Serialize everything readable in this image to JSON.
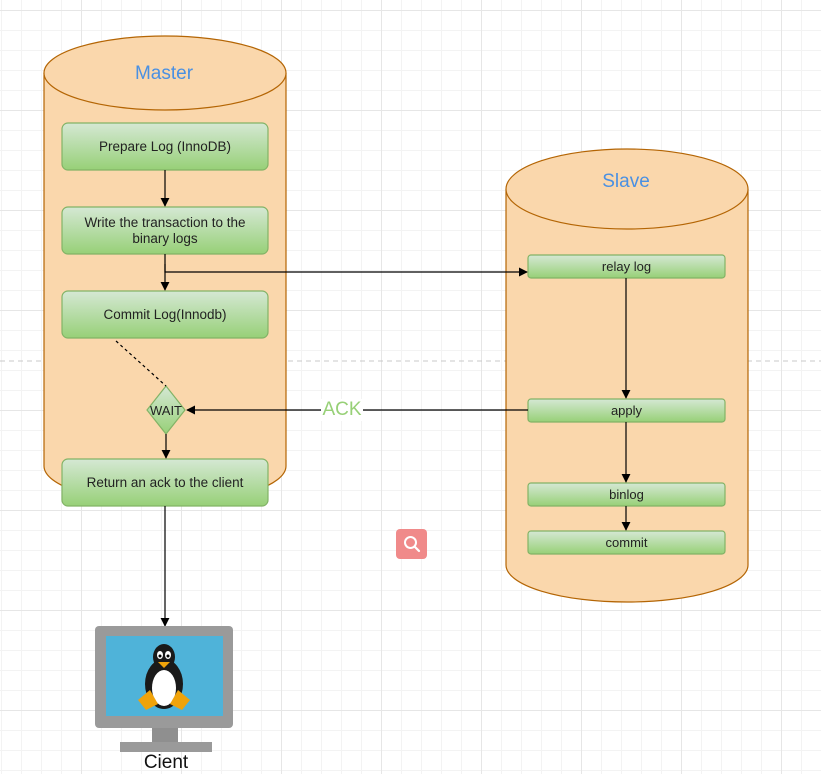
{
  "master": {
    "title": "Master",
    "steps": {
      "prepare": "Prepare Log (InnoDB)",
      "write": "Write the transaction to the binary logs",
      "commit": "Commit Log(Innodb)",
      "wait": "WAIT",
      "return": "Return an ack to the client"
    }
  },
  "slave": {
    "title": "Slave",
    "steps": {
      "relay": "relay log",
      "apply": "apply",
      "binlog": "binlog",
      "commit": "commit"
    }
  },
  "edges": {
    "ack": "ACK"
  },
  "client": {
    "label": "Cient",
    "icon": "linux-penguin-monitor-icon"
  },
  "tool": {
    "icon": "search-icon"
  },
  "colors": {
    "cylinder_fill": "#fad7ac",
    "cylinder_stroke": "#b46504",
    "node_fill_top": "#d5e8d4",
    "node_fill_bottom": "#97d077",
    "node_stroke": "#82b366",
    "title": "#4a90e2",
    "ack": "#97d077",
    "monitor_screen": "#4fb3d9"
  }
}
